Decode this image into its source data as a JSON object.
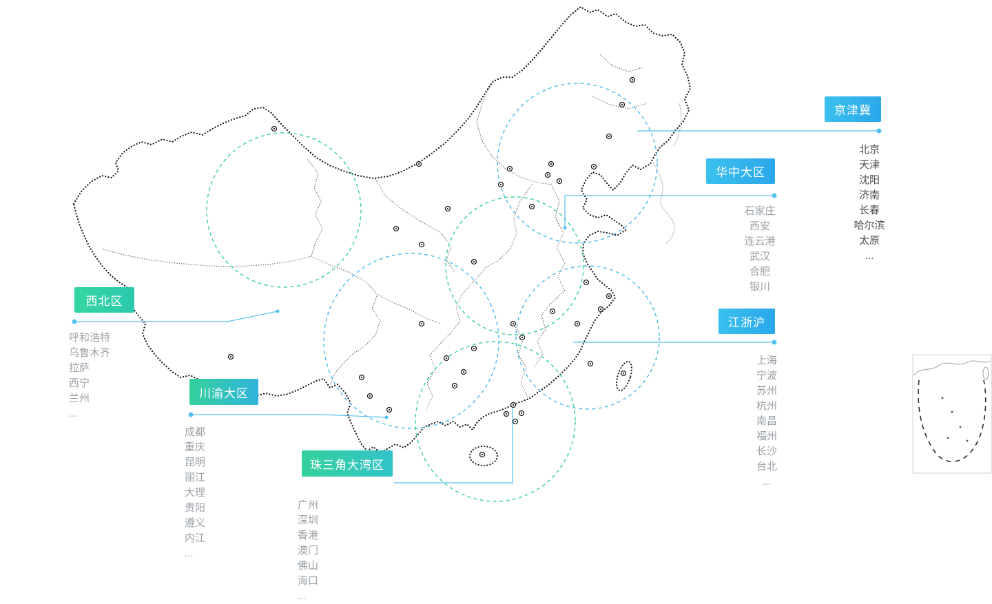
{
  "map": {
    "outline_color": "#141414",
    "province_color": "#3c3c3c",
    "neighbor_color": "#c4c4c4",
    "connector_color": "#54c1ee",
    "circle_blue": "#49b9ec",
    "circle_green": "#38d08e",
    "marker_color": "#1a1a1a",
    "inset_border_color": "#d0d0d0",
    "inset_dash_color": "#2b2b2b",
    "inset_coast_color": "#9aa0a6"
  },
  "regions": [
    {
      "name": "jingjinji",
      "label": "京津冀",
      "badge_bg": "linear-gradient(90deg,#3bc0ee,#2ba7ea)",
      "cities_color": "#4d4d4d",
      "cities": [
        "北京",
        "天津",
        "沈阳",
        "济南",
        "长春",
        "哈尔滨",
        "太原",
        "..."
      ]
    },
    {
      "name": "huazhong",
      "label": "华中大区",
      "badge_bg": "linear-gradient(90deg,#3bc0ee,#2ba7ea)",
      "cities_color": "#9aa0a6",
      "cities": [
        "石家庄",
        "西安",
        "连云港",
        "武汉",
        "合肥",
        "银川"
      ]
    },
    {
      "name": "xibei",
      "label": "西北区",
      "badge_bg": "linear-gradient(90deg,#35d5a2,#2bc9ad)",
      "cities_color": "#9aa0a6",
      "cities": [
        "呼和浩特",
        "乌鲁木齐",
        "拉萨",
        "西宁",
        "兰州",
        "..."
      ]
    },
    {
      "name": "chuanyu",
      "label": "川渝大区",
      "badge_bg": "linear-gradient(90deg,#35d09c,#31b4dd)",
      "cities_color": "#9aa0a6",
      "cities": [
        "成都",
        "重庆",
        "昆明",
        "丽江",
        "大理",
        "贵阳",
        "遵义",
        "内江",
        "..."
      ]
    },
    {
      "name": "zhusanjiao",
      "label": "珠三角大湾区",
      "badge_bg": "linear-gradient(90deg,#35d09c,#33c3c9)",
      "cities_color": "#9aa0a6",
      "cities": [
        "广州",
        "深圳",
        "香港",
        "澳门",
        "佛山",
        "海口",
        "..."
      ]
    },
    {
      "name": "jiangzhehu",
      "label": "江浙沪",
      "badge_bg": "linear-gradient(90deg,#3bc0ee,#2ba7ea)",
      "cities_color": "#9aa0a6",
      "cities": [
        "上海",
        "宁波",
        "苏州",
        "杭州",
        "南昌",
        "福州",
        "长沙",
        "台北",
        "..."
      ]
    }
  ]
}
